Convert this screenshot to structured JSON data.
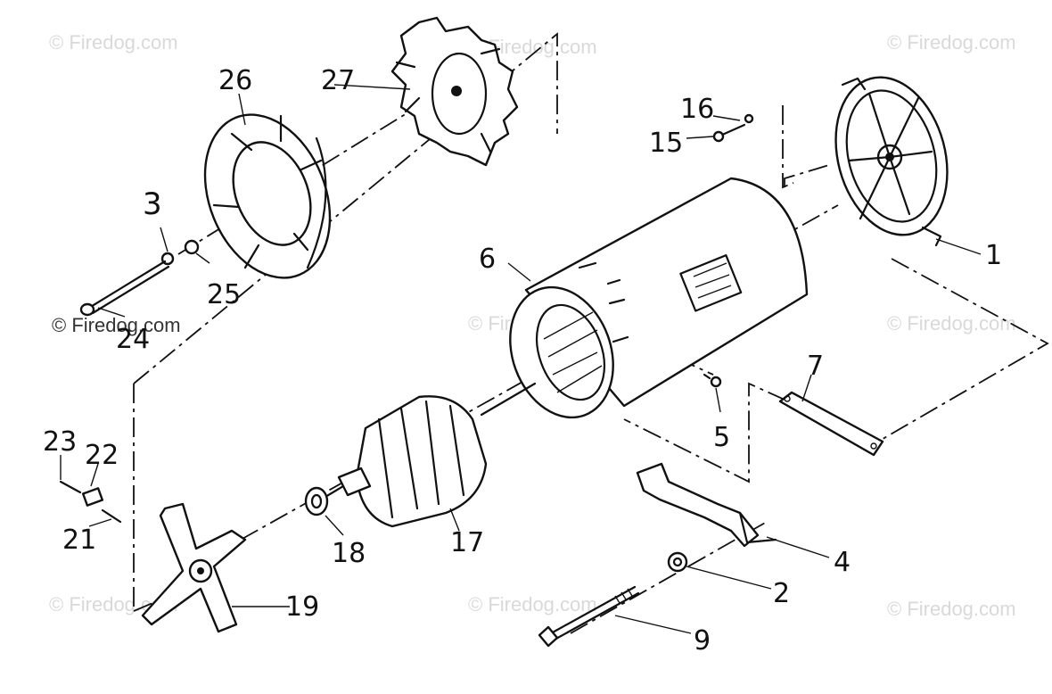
{
  "watermark": "© Firedog.com",
  "callouts": {
    "c1": "1",
    "c2": "2",
    "c3": "3",
    "c4": "4",
    "c5": "5",
    "c6": "6",
    "c7": "7",
    "c9": "9",
    "c15": "15",
    "c16": "16",
    "c17": "17",
    "c18": "18",
    "c19": "19",
    "c21": "21",
    "c22": "22",
    "c23": "23",
    "c24": "24",
    "c25": "25",
    "c26": "26",
    "c27": "27"
  }
}
